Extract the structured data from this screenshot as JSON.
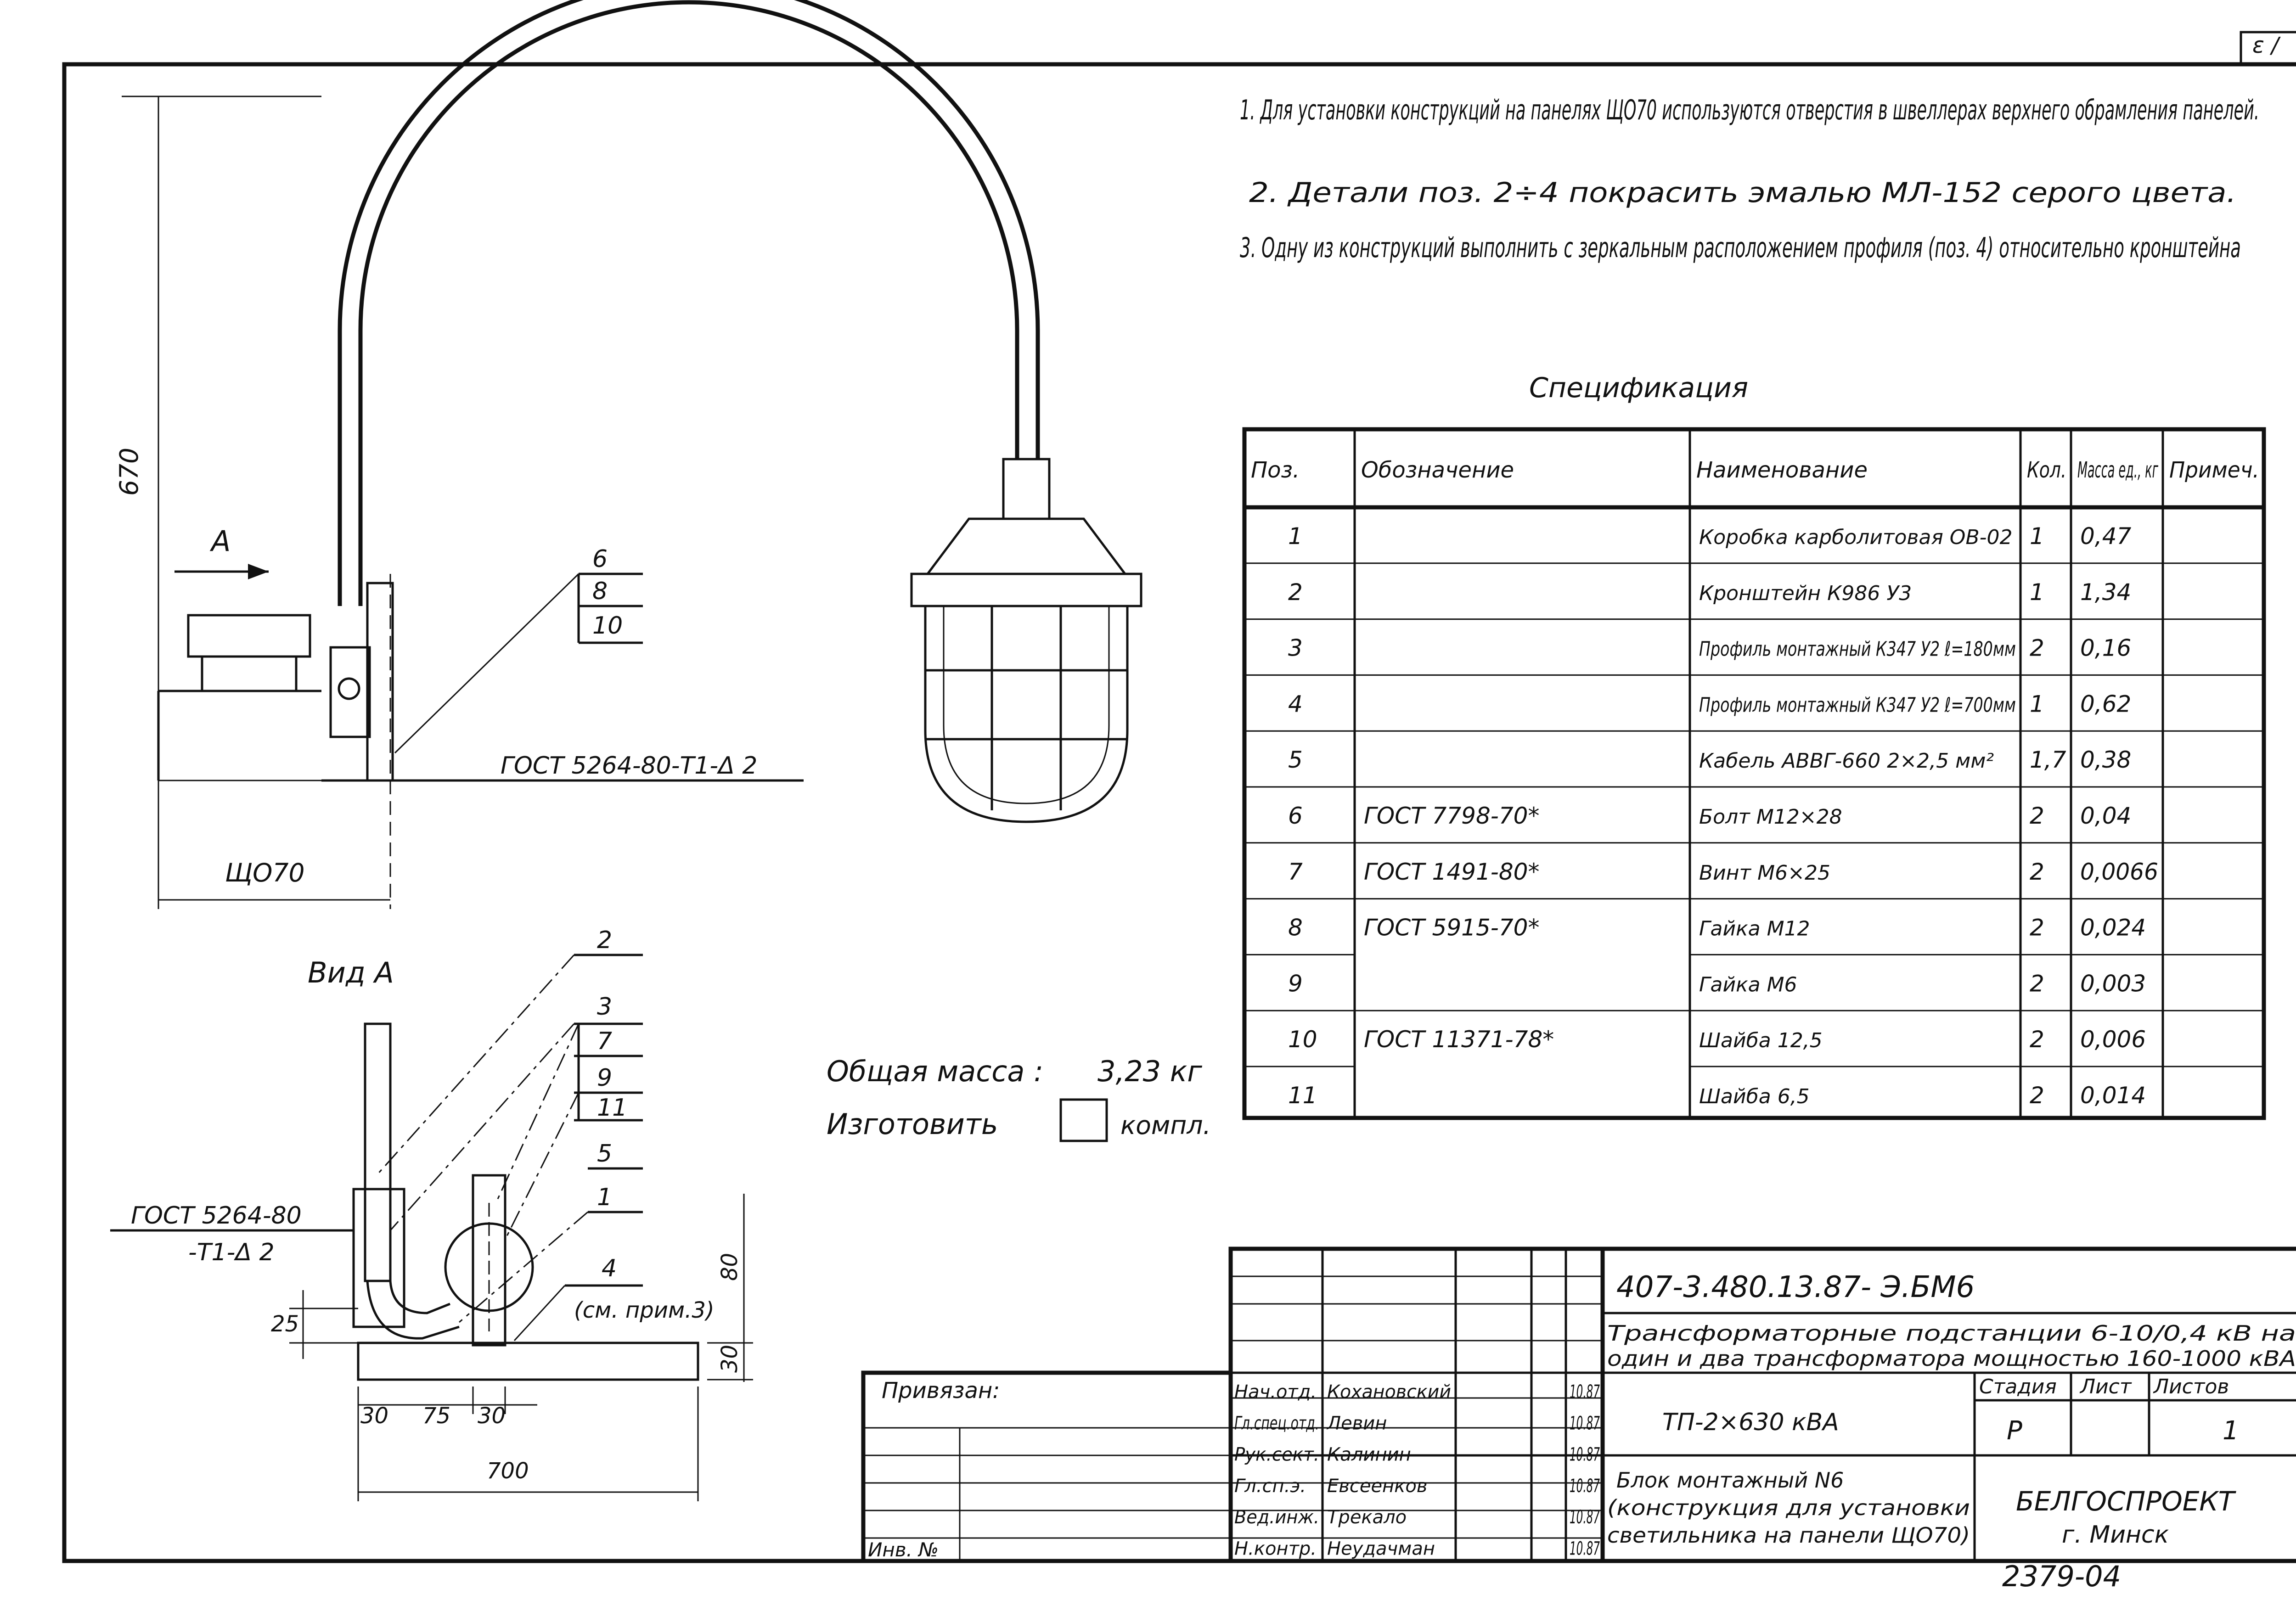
{
  "corner_mark": "ε /",
  "notes": [
    "1. Для установки конструкций на панелях ЩО70 используются отверстия в швеллерах верхнего обрамления панелей.",
    "2. Детали поз. 2÷4 покрасить эмалью МЛ-152 серого цвета.",
    "3. Одну из конструкций выполнить с зеркальным расположением профиля (поз. 4) относительно кронштейна"
  ],
  "spec": {
    "title": "Спецификация",
    "headers": [
      "Поз.",
      "Обозначение",
      "Наименование",
      "Кол.",
      "Масса ед., кг",
      "Примеч."
    ],
    "rows": [
      [
        "1",
        "",
        "Коробка карболитовая ОВ-02",
        "1",
        "0,47",
        ""
      ],
      [
        "2",
        "",
        "Кронштейн К986 У3",
        "1",
        "1,34",
        ""
      ],
      [
        "3",
        "",
        "Профиль монтажный К347 У2 ℓ=180мм",
        "2",
        "0,16",
        ""
      ],
      [
        "4",
        "",
        "Профиль монтажный К347 У2 ℓ=700мм",
        "1",
        "0,62",
        ""
      ],
      [
        "5",
        "",
        "Кабель АВВГ-660 2×2,5 мм²",
        "1,7",
        "0,38",
        ""
      ],
      [
        "6",
        "ГОСТ 7798-70*",
        "Болт М12×28",
        "2",
        "0,04",
        ""
      ],
      [
        "7",
        "ГОСТ 1491-80*",
        "Винт М6×25",
        "2",
        "0,0066",
        ""
      ],
      [
        "8",
        "ГОСТ 5915-70*",
        "Гайка М12",
        "2",
        "0,024",
        ""
      ],
      [
        "9",
        "",
        "Гайка М6",
        "2",
        "0,003",
        ""
      ],
      [
        "10",
        "ГОСТ 11371-78*",
        "Шайба 12,5",
        "2",
        "0,006",
        ""
      ],
      [
        "11",
        "",
        "Шайба 6,5",
        "2",
        "0,014",
        ""
      ]
    ]
  },
  "mass": {
    "label": "Общая масса :",
    "value": "3,23 кг",
    "make_label": "Изготовить",
    "make_unit": "компл."
  },
  "drawing": {
    "dim_670": "670",
    "arrow_a": "А",
    "callouts_top": [
      "6",
      "8",
      "10"
    ],
    "gost_top": "ГОСТ 5264-80-Т1-Δ 2",
    "panel_label": "ЩО70",
    "view_title": "Вид А",
    "callouts_view": [
      "2",
      "3",
      "7",
      "9",
      "11",
      "5",
      "1",
      "4"
    ],
    "note_ref": "(см. прим.3)",
    "gost_view_1": "ГОСТ 5264-80",
    "gost_view_2": "-Т1-Δ 2",
    "dim_25": "25",
    "dim_30a": "30",
    "dim_80": "80",
    "dim_30b": "30",
    "dim_75": "75",
    "dim_30c": "30",
    "dim_700": "700"
  },
  "title_block": {
    "doc_number": "407-3.480.13.87- Э.БМ6",
    "project_line1": "Трансформаторные подстанции 6-10/0,4 кВ на",
    "project_line2": "один и два трансформатора мощностью 160-1000 кВА",
    "tp_label": "ТП-2×630 кВА",
    "stage_header": "Стадия",
    "sheet_header": "Лист",
    "sheets_header": "Листов",
    "stage_value": "Р",
    "sheet_value": "",
    "sheets_value": "1",
    "description": [
      "Блок монтажный N6",
      "(конструкция для установки",
      "светильника на панели ЩО70)"
    ],
    "organization": "БЕЛГОСПРОЕКТ",
    "city": "г. Минск",
    "bound_label": "Привязан:",
    "inv_label": "Инв. №",
    "staff": [
      {
        "role": "Нач.отд.",
        "name": "Кохановский",
        "date": "10.87"
      },
      {
        "role": "Гл.спец.отд.",
        "name": "Левин",
        "date": "10.87"
      },
      {
        "role": "Рук.сект.",
        "name": "Калинин",
        "date": "10.87"
      },
      {
        "role": "Гл.сп.э.",
        "name": "Евсеенков",
        "date": "10.87"
      },
      {
        "role": "Вед.инж.",
        "name": "Трекало",
        "date": "10.87"
      },
      {
        "role": "Н.контр.",
        "name": "Неудачман",
        "date": "10.87"
      }
    ]
  },
  "footer_code": "2379-04"
}
